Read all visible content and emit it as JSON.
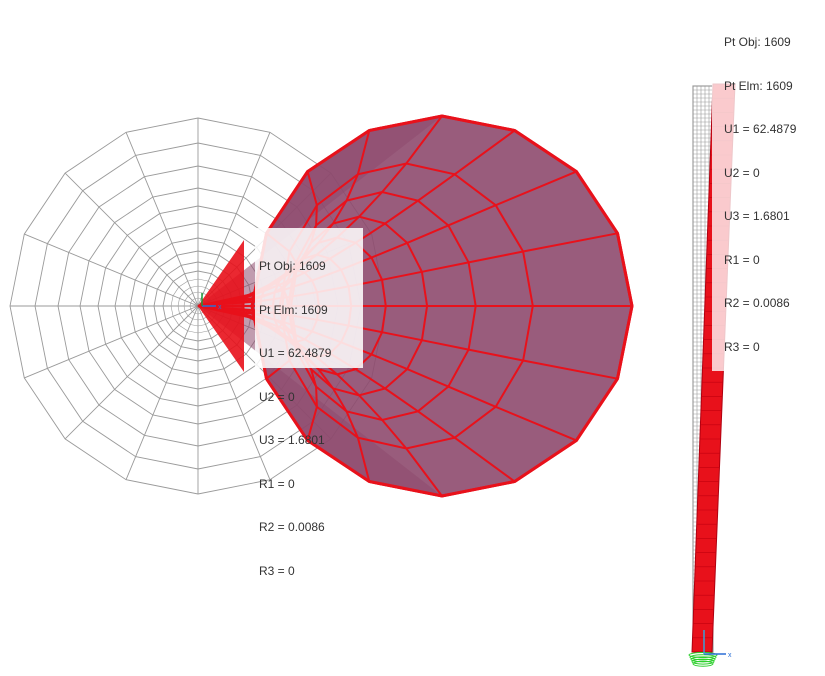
{
  "colors": {
    "background": "#ffffff",
    "undeformed_mesh": "#9a9a9a",
    "deformed_fill": "#8e4a6e",
    "deformed_edge": "#e8111b",
    "support": "#2ccf2c",
    "axis": "#2b6fd6"
  },
  "left_view": {
    "axis_icon": "axis-triad-icon",
    "axis_label": "x",
    "tooltip": {
      "pt_obj": "Pt Obj: 1609",
      "pt_elm": "Pt Elm: 1609",
      "u1": "U1 = 62.4879",
      "u2": "U2 = 0",
      "u3": "U3 = 1.6801",
      "r1": "R1 = 0",
      "r2": "R2 = 0.0086",
      "r3": "R3 = 0"
    }
  },
  "right_view": {
    "axis_icon": "axis-triad-icon",
    "axis_label": "x",
    "support_icon": "fixed-support-icon",
    "tooltip": {
      "pt_obj": "Pt Obj: 1609",
      "pt_elm": "Pt Elm: 1609",
      "u1": "U1 = 62.4879",
      "u2": "U2 = 0",
      "u3": "U3 = 1.6801",
      "r1": "R1 = 0",
      "r2": "R2 = 0.0086",
      "r3": "R3 = 0"
    }
  }
}
